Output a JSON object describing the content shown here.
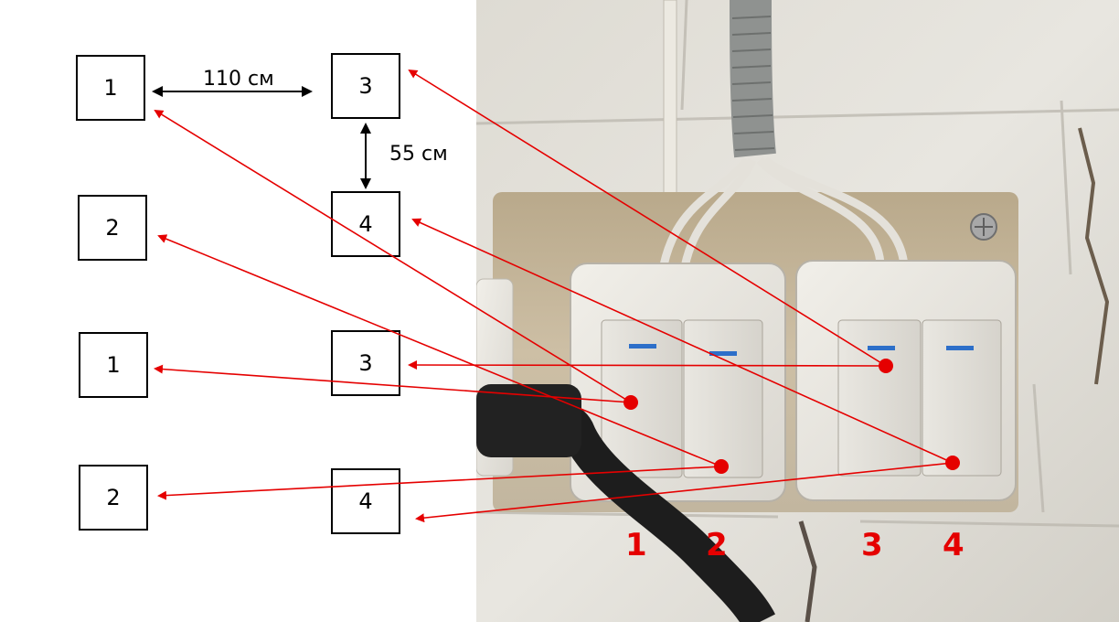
{
  "diagram": {
    "boxes": {
      "top_1": "1",
      "top_3": "3",
      "top_2": "2",
      "top_4": "4",
      "bottom_1": "1",
      "bottom_3": "3",
      "bottom_2": "2",
      "bottom_4": "4"
    },
    "dimensions": {
      "horizontal": "110 см",
      "vertical": "55 см"
    }
  },
  "photo": {
    "switch_numbers": [
      "1",
      "2",
      "3",
      "4"
    ]
  },
  "colors": {
    "arrow_red": "#e50000",
    "dimension_black": "#000000"
  }
}
